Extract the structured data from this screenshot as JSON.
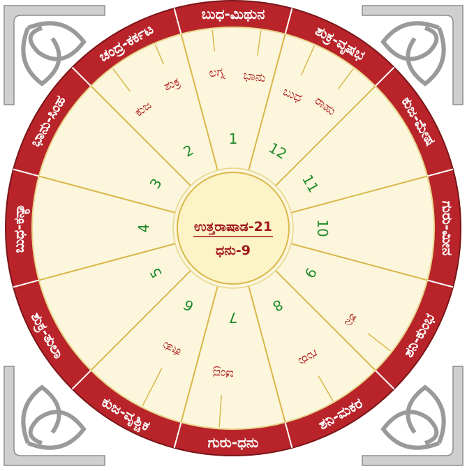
{
  "chart": {
    "center": {
      "nakshatra": "ಉತ್ತರಾಷಾಡ-21",
      "rashi": "ಧನು-9"
    },
    "rim_labels": [
      "ಚಂದ್ರ-ಕರ್ಕಟ",
      "ಬುಧ-ಮಿಥುನ",
      "ಶುಕ್ರ-ವೃಷಭ",
      "ಕುಜ-ಮೇಷ",
      "ಗುರು-ಮೀನ",
      "ಶನಿ-ಕುಂಭ",
      "ಶನಿ-ಮಕರ",
      "ಗುರು-ಧನು",
      "ಕುಜ-ವೃಶ್ಚಿಕ",
      "ಶುಕ್ರ-ತುಲಾ",
      "ಬುಧ-ಕನ್ಯಾ",
      "ಭಾನು-ಸಿಂಹ"
    ],
    "house_numbers": [
      "2",
      "1",
      "12",
      "11",
      "10",
      "9",
      "8",
      "7",
      "6",
      "5",
      "4",
      "3"
    ],
    "planets": [
      "ಕುಜ",
      "ಶುಕ್ರ",
      "ಲಗ್ನ",
      "ಭಾನು",
      "ಬುಧ",
      "ರಾಹು",
      "ಶನಿ",
      "ಗುರು",
      "ಚಂದ್ರ",
      "ಕೇತು"
    ],
    "colors": {
      "rim": "#b8242a",
      "sector": "#fbf6dc",
      "center": "#fcf4c6",
      "divider": "#d9b84a",
      "house_number": "#1f8a2a",
      "planet": "#b0201f"
    }
  }
}
